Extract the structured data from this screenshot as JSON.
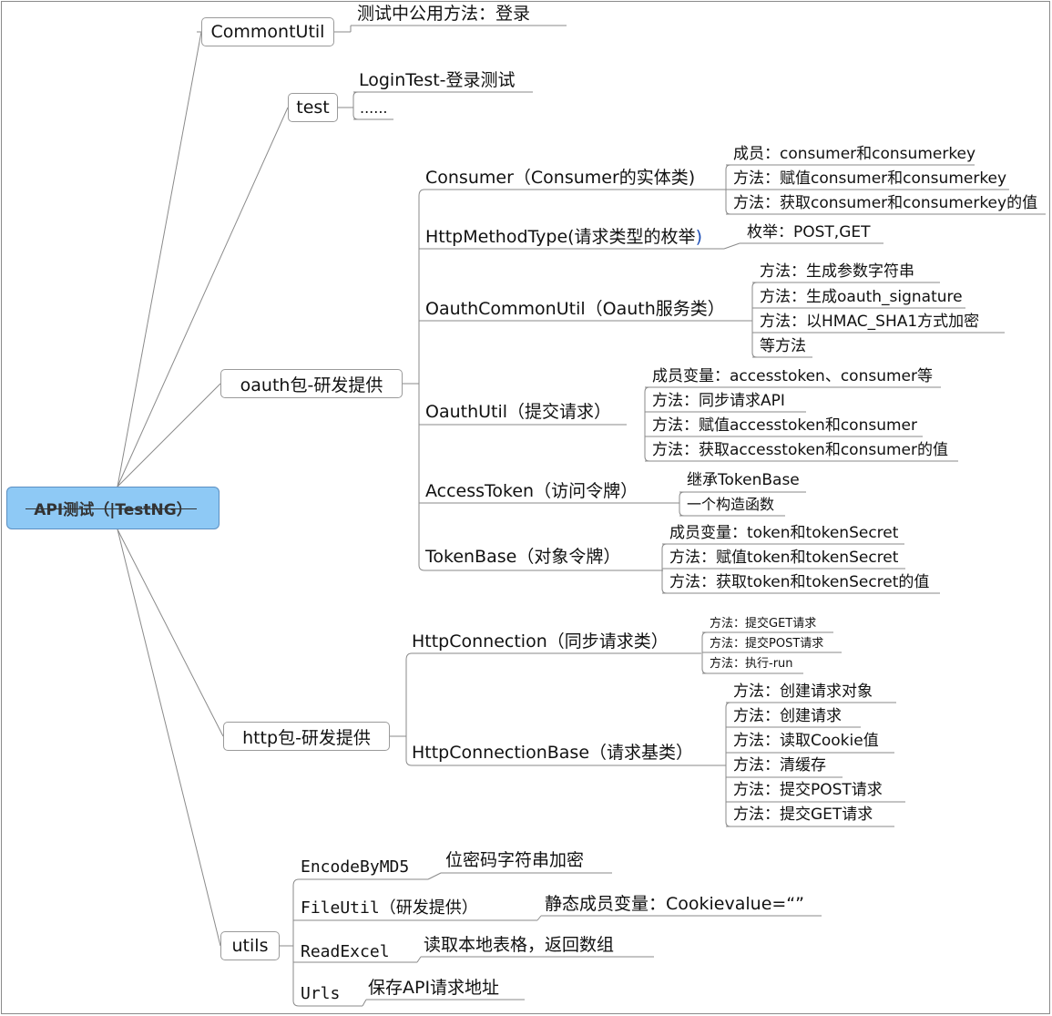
{
  "root": {
    "label": "API测试（|TestNG）"
  },
  "branches": {
    "commonutil": {
      "label": "CommontUtil",
      "note": "测试中公用方法：登录"
    },
    "test": {
      "label": "test",
      "items": [
        "LoginTest-登录测试",
        "......"
      ]
    },
    "oauth": {
      "label": "oauth包-研发提供",
      "classes": [
        {
          "name": "Consumer（Consumer的实体类)",
          "items": [
            "成员：consumer和consumerkey",
            "方法：赋值consumer和consumerkey",
            "方法：获取consumer和consumerkey的值"
          ]
        },
        {
          "name": "HttpMethodType(请求类型的枚举",
          "paren": ")",
          "items": [
            "枚举：POST,GET"
          ]
        },
        {
          "name": "OauthCommonUtil（Oauth服务类）",
          "items": [
            "方法：生成参数字符串",
            "方法：生成oauth_signature",
            "方法：以HMAC_SHA1方式加密",
            "等方法"
          ]
        },
        {
          "name": "OauthUtil（提交请求）",
          "items": [
            "成员变量：accesstoken、consumer等",
            "方法：同步请求API",
            "方法：赋值accesstoken和consumer",
            "方法：获取accesstoken和consumer的值"
          ]
        },
        {
          "name": "AccessToken（访问令牌）",
          "items": [
            "继承TokenBase",
            "一个构造函数"
          ]
        },
        {
          "name": "TokenBase（对象令牌）",
          "items": [
            "成员变量：token和tokenSecret",
            "方法：赋值token和tokenSecret",
            "方法：获取token和tokenSecret的值"
          ]
        }
      ]
    },
    "http": {
      "label": "http包-研发提供",
      "classes": [
        {
          "name": "HttpConnection（同步请求类）",
          "items": [
            "方法：提交GET请求",
            "方法：提交POST请求",
            "方法：执行-run"
          ]
        },
        {
          "name": "HttpConnectionBase（请求基类）",
          "items": [
            "方法：创建请求对象",
            "方法：创建请求",
            "方法：读取Cookie值",
            "方法：清缓存",
            "方法：提交POST请求",
            "方法：提交GET请求"
          ]
        }
      ]
    },
    "utils": {
      "label": "utils",
      "classes": [
        {
          "name": "EncodeByMD5",
          "note": "位密码字符串加密"
        },
        {
          "name": "FileUtil（研发提供）",
          "note": "静态成员变量：Cookievalue=“”"
        },
        {
          "name": "ReadExcel",
          "note": "读取本地表格，返回数组"
        },
        {
          "name": "Urls",
          "note": "保存API请求地址"
        }
      ]
    }
  },
  "colors": {
    "root_fill": "#8ec9f5",
    "root_border": "#5b8fc2",
    "line": "#8a8a8a",
    "text": "#111111"
  }
}
